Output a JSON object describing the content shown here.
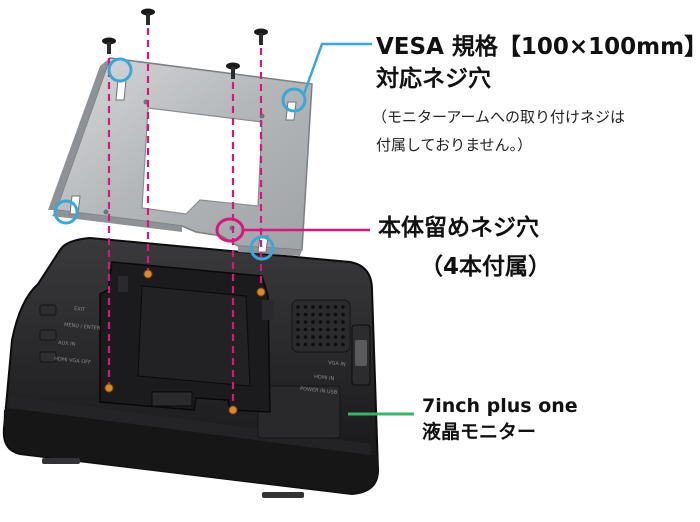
{
  "callouts": {
    "vesa": {
      "line1": "VESA 規格【100×100mm】",
      "line2": "対応ネジ穴",
      "note1": "（モニターアームへの取り付けネジは",
      "note2": "付属しておりません。）",
      "color": "#3aa7d9"
    },
    "body_holes": {
      "line1": "本体留めネジ穴",
      "line2": "（4本付属）",
      "color": "#d4197a"
    },
    "monitor": {
      "line1": "7inch plus one",
      "line2": "液晶モニター",
      "color": "#3bb36b"
    }
  },
  "device_labels": {
    "exit": "EXIT",
    "menu_enter": "MENU / ENTER",
    "aux_in": "AUX IN",
    "hdmi_vga_off": "HDMI VGA OFF",
    "vga_in": "VGA IN",
    "hdmi_in": "HDMI IN",
    "power_in_usb": "POWER IN USB"
  },
  "colors": {
    "bracket": "#b9bcbf",
    "monitor_body": "#1f1f21",
    "screw_line": "#d4197a"
  }
}
